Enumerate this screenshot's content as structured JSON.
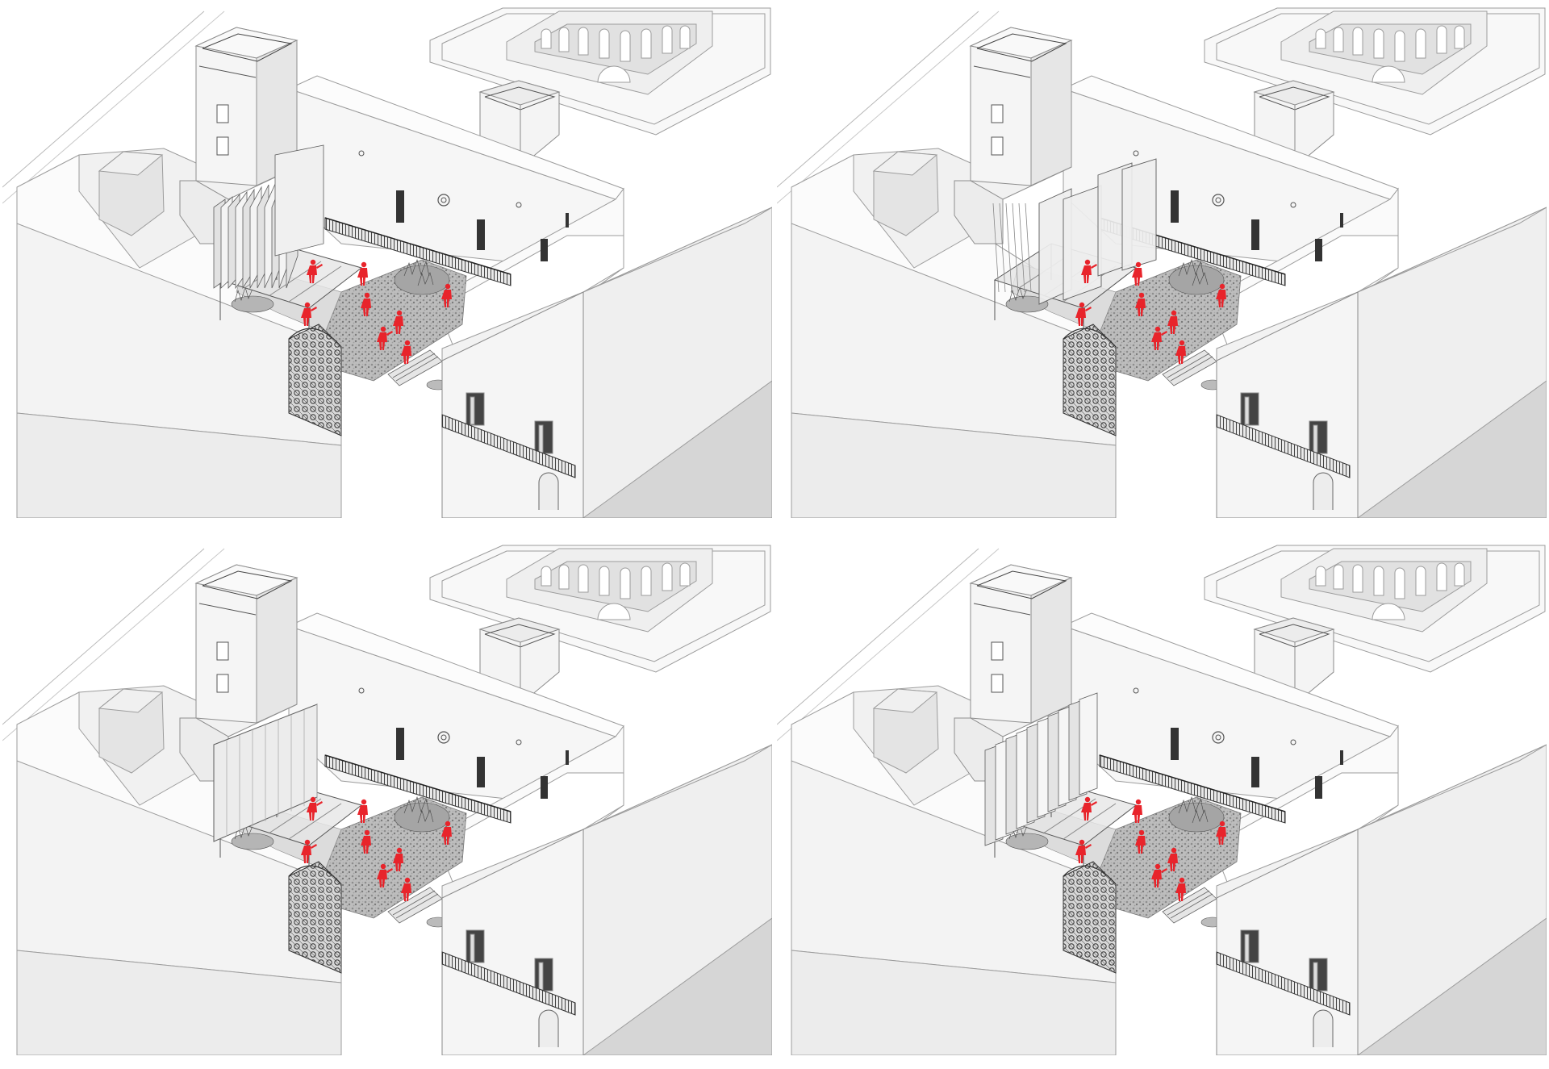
{
  "figure": {
    "layout": "2x2 grid",
    "background": "#ffffff",
    "line_color": "#9c9c9c",
    "dark_line_color": "#3d3d3d",
    "figure_color": "#e8242b",
    "panels": [
      {
        "id": "variant-1",
        "screen_state": "fan-open",
        "people": 8
      },
      {
        "id": "variant-2",
        "screen_state": "panels-swung",
        "people": 8
      },
      {
        "id": "variant-3",
        "screen_state": "closed-wall",
        "people": 8
      },
      {
        "id": "variant-4",
        "screen_state": "louvres-parallel",
        "people": 8
      }
    ]
  }
}
